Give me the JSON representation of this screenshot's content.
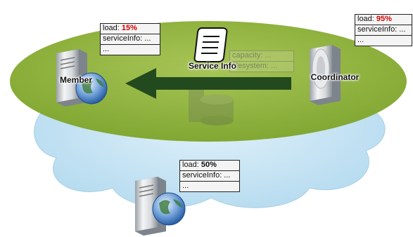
{
  "nodes": {
    "member": {
      "label": "Member",
      "load_label": "load: ",
      "load_value": "15%",
      "service_info": "serviceInfo: ...",
      "more": "..."
    },
    "coordinator": {
      "label": "Coordinator",
      "load_label": "load: ",
      "load_value": "95%",
      "service_info": "serviceInfo: ...",
      "more": "..."
    },
    "cloud_node": {
      "load_label": "load: ",
      "load_value": "50%",
      "service_info": "serviceInfo: ...",
      "more": "..."
    }
  },
  "service_info": {
    "label": "Service Info",
    "capacity": "capacity: ...",
    "filesystem": "filesystem: ..."
  },
  "colors": {
    "green_region": "#8fb33a",
    "cloud": "#c5e3f3",
    "arrow": "#234a1e",
    "load_high": "#d40000"
  }
}
